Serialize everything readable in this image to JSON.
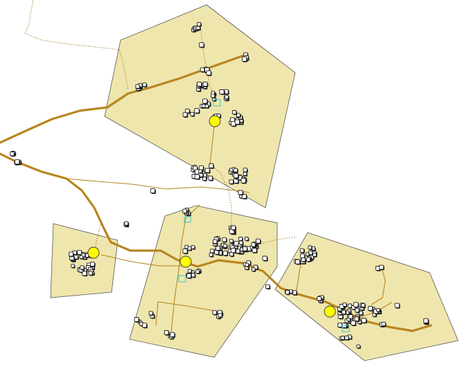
{
  "map": {
    "background": "#ffffff",
    "zone_fill": "#efe6ad",
    "zone_stroke": "#555555",
    "road_color": "#b8861e",
    "settlement_marker_color": "#ffff00",
    "building_marker_color": "#ffffff",
    "highlight_color": "#37c8c0"
  },
  "layers": [
    "settlement-zones",
    "main-road",
    "minor-roads",
    "footpaths",
    "buildings",
    "settlement-centers"
  ],
  "zones": [
    {
      "id": "zone-north"
    },
    {
      "id": "zone-west"
    },
    {
      "id": "zone-central"
    },
    {
      "id": "zone-east"
    }
  ],
  "settlement_centers": [
    {
      "id": "center-north"
    },
    {
      "id": "center-west"
    },
    {
      "id": "center-central"
    },
    {
      "id": "center-east"
    }
  ]
}
